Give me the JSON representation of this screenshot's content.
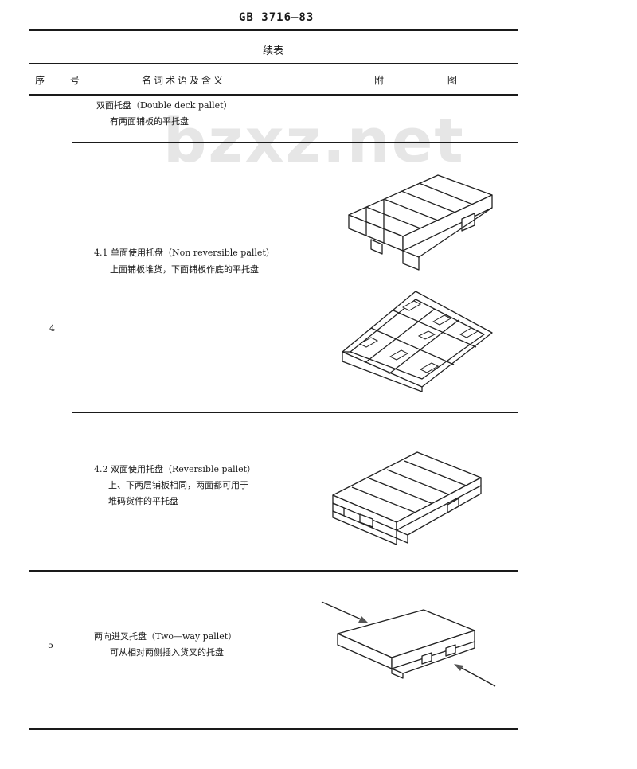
{
  "header": {
    "standard_no": "GB 3716—83",
    "caption": "续表"
  },
  "columns": {
    "seq": "序 号",
    "term": "名词术语及含义",
    "figure": "附 图"
  },
  "watermark": "bzxz.net",
  "rows": [
    {
      "seq": "4",
      "title_zh": "双面托盘",
      "title_en": "（Double  deck pallet）",
      "definition": "有两面铺板的平托盘",
      "subs": [
        {
          "title": "4.1 单面使用托盘（Non  reversible pallet）",
          "definition": "上面铺板堆货，下面铺板作底的平托盘"
        },
        {
          "title": "4.2 双面使用托盘（Reversible pallet）",
          "definition_line1": "上、下两层铺板相同，两面都可用于",
          "definition_line2": "堆码货件的平托盘"
        }
      ]
    },
    {
      "seq": "5",
      "title": "两向进叉托盘（Two—way pallet）",
      "definition": "可从相对两侧插入货叉的托盘"
    }
  ],
  "figures": [
    {
      "icon": "single-face-pallet-top-drawing"
    },
    {
      "icon": "single-face-pallet-bottom-drawing"
    },
    {
      "icon": "reversible-pallet-drawing"
    },
    {
      "icon": "two-way-pallet-drawing"
    }
  ]
}
